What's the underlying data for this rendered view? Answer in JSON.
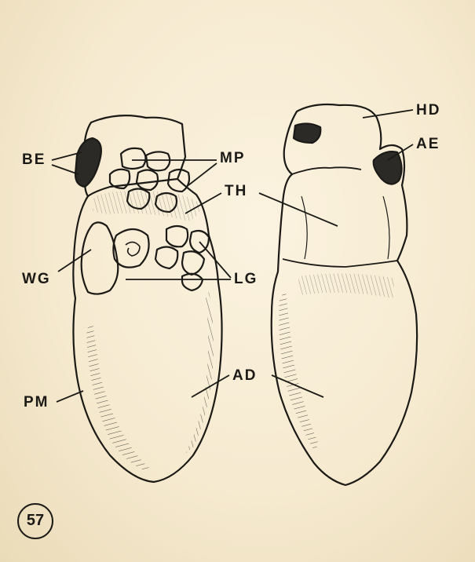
{
  "figure": {
    "number": "57",
    "labels": {
      "be": "BE",
      "mp": "MP",
      "th": "TH",
      "wg": "WG",
      "lg": "LG",
      "pm": "PM",
      "ad": "AD",
      "hd": "HD",
      "ae": "AE"
    }
  },
  "colors": {
    "paper": "#f6ead0",
    "ink": "#1b1a17",
    "eye_fill": "#2b2a26"
  }
}
